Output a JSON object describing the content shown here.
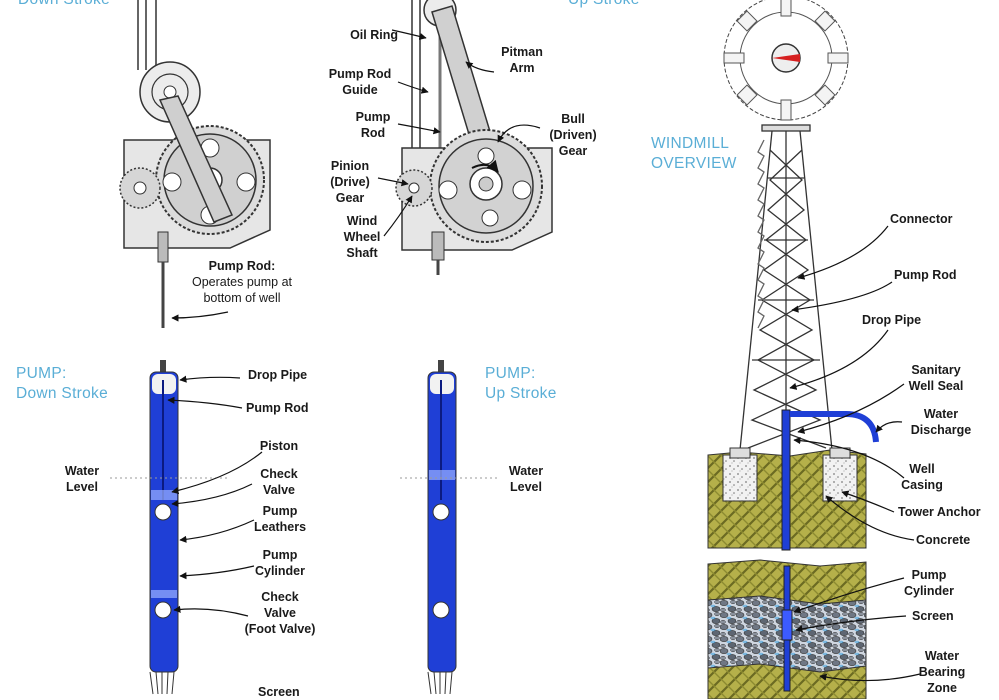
{
  "headings": {
    "down_stroke_top": "Down Stroke",
    "up_stroke_top": "Up Stroke",
    "pump_down_1": "PUMP:",
    "pump_down_2": "Down Stroke",
    "pump_up_1": "PUMP:",
    "pump_up_2": "Up Stroke",
    "windmill_1": "WINDMILL",
    "windmill_2": "OVERVIEW"
  },
  "gear_labels": {
    "oil_ring": "Oil Ring",
    "pitman_arm_1": "Pitman",
    "pitman_arm_2": "Arm",
    "pump_rod_guide_1": "Pump Rod",
    "pump_rod_guide_2": "Guide",
    "pump_rod_1": "Pump",
    "pump_rod_2": "Rod",
    "bull_gear_1": "Bull",
    "bull_gear_2": "(Driven)",
    "bull_gear_3": "Gear",
    "pinion_gear_1": "Pinion",
    "pinion_gear_2": "(Drive)",
    "pinion_gear_3": "Gear",
    "wind_wheel_shaft_1": "Wind",
    "wind_wheel_shaft_2": "Wheel",
    "wind_wheel_shaft_3": "Shaft",
    "pump_rod_note_title": "Pump Rod:",
    "pump_rod_note_2": "Operates pump at",
    "pump_rod_note_3": "bottom of well"
  },
  "pump_labels": {
    "drop_pipe": "Drop Pipe",
    "pump_rod": "Pump Rod",
    "piston": "Piston",
    "water_level_1": "Water",
    "water_level_2": "Level",
    "check_valve_1": "Check",
    "check_valve_2": "Valve",
    "pump_leathers_1": "Pump",
    "pump_leathers_2": "Leathers",
    "pump_cylinder_1": "Pump",
    "pump_cylinder_2": "Cylinder",
    "foot_valve_1": "Check",
    "foot_valve_2": "Valve",
    "foot_valve_3": "(Foot Valve)",
    "screen": "Screen",
    "water_level_up_1": "Water",
    "water_level_up_2": "Level"
  },
  "windmill_labels": {
    "connector": "Connector",
    "pump_rod": "Pump Rod",
    "drop_pipe": "Drop Pipe",
    "sanitary_1": "Sanitary",
    "sanitary_2": "Well Seal",
    "water_discharge_1": "Water",
    "water_discharge_2": "Discharge",
    "well_casing_1": "Well",
    "well_casing_2": "Casing",
    "tower_anchor": "Tower Anchor",
    "concrete": "Concrete",
    "pump_cylinder_1": "Pump",
    "pump_cylinder_2": "Cylinder",
    "screen": "Screen",
    "water_bearing_1": "Water",
    "water_bearing_2": "Bearing",
    "water_bearing_3": "Zone"
  },
  "colors": {
    "heading": "#5aaed6",
    "pipe_blue": "#1f3fd6",
    "soil": "#b5b04a",
    "gear_gray": "#d9d9d9",
    "tail_red": "#d62020"
  }
}
